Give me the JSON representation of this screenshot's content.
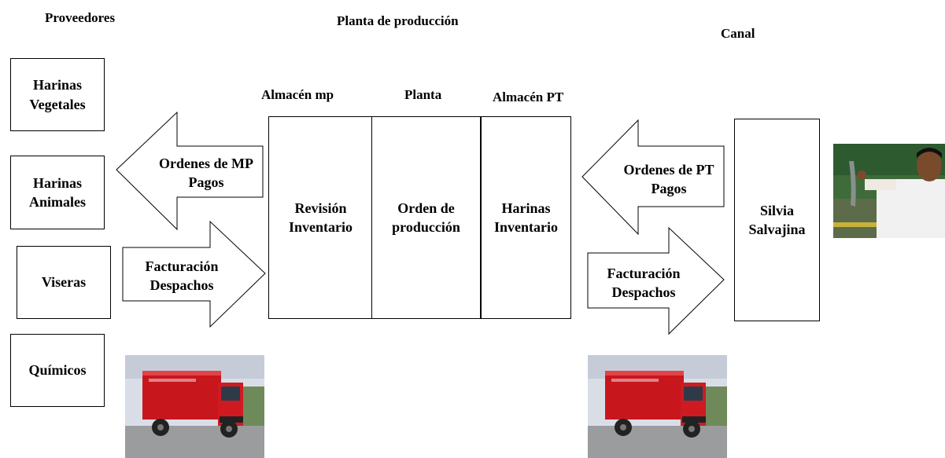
{
  "headers": {
    "proveedores": "Proveedores",
    "planta_produccion": "Planta de producción",
    "canal": "Canal"
  },
  "suppliers": [
    "Harinas Vegetales",
    "Harinas Animales",
    "Viseras",
    "Químicos"
  ],
  "plant": {
    "almacen_mp": {
      "title": "Almacén mp",
      "text": "Revisión Inventario"
    },
    "planta": {
      "title": "Planta",
      "text": "Orden de producción"
    },
    "almacen_pt": {
      "title": "Almacén PT",
      "text": "Harinas Inventario"
    }
  },
  "channel": {
    "text": "Silvia Salvajina"
  },
  "arrows": {
    "left_top": "Ordenes de MP Pagos",
    "left_bottom": "Facturación Despachos",
    "right_top": "Ordenes de PT Pagos",
    "right_bottom": "Facturación Despachos"
  },
  "photos": {
    "truck_left": "truck-photo",
    "truck_right": "truck-photo",
    "fisherman": "fisherman-photo"
  }
}
